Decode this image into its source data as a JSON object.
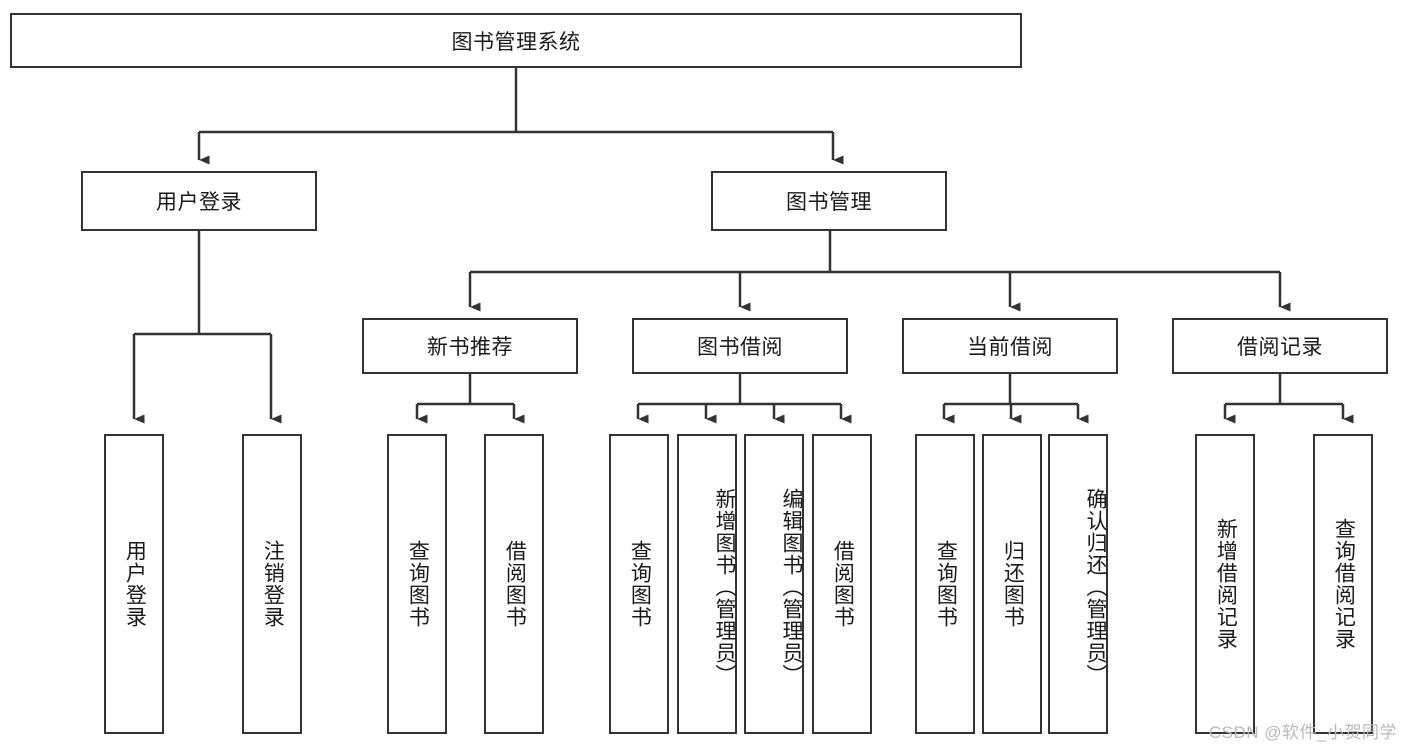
{
  "diagram": {
    "title": "图书管理系统",
    "type": "hierarchy-tree",
    "root": {
      "label": "图书管理系统"
    },
    "level1": [
      {
        "label": "用户登录"
      },
      {
        "label": "图书管理"
      }
    ],
    "level2": [
      {
        "label": "新书推荐"
      },
      {
        "label": "图书借阅"
      },
      {
        "label": "当前借阅"
      },
      {
        "label": "借阅记录"
      }
    ],
    "leaves": {
      "user_login": [
        {
          "label": "用户登录"
        },
        {
          "label": "注销登录"
        }
      ],
      "new_book_recommend": [
        {
          "label": "查询图书"
        },
        {
          "label": "借阅图书"
        }
      ],
      "book_borrow": [
        {
          "label": "查询图书"
        },
        {
          "label": "新增图书（管理员）"
        },
        {
          "label": "编辑图书（管理员）"
        },
        {
          "label": "借阅图书"
        }
      ],
      "current_borrow": [
        {
          "label": "查询图书"
        },
        {
          "label": "归还图书"
        },
        {
          "label": "确认归还（管理员）"
        }
      ],
      "borrow_record": [
        {
          "label": "新增借阅记录"
        },
        {
          "label": "查询借阅记录"
        }
      ]
    }
  },
  "watermark": {
    "text": "CSDN @软件_小贺同学"
  },
  "colors": {
    "stroke": "#333333",
    "box_fill": "#ffffff",
    "text": "#1a1a1a",
    "watermark": "#b9b9b9",
    "background": "#ffffff"
  }
}
